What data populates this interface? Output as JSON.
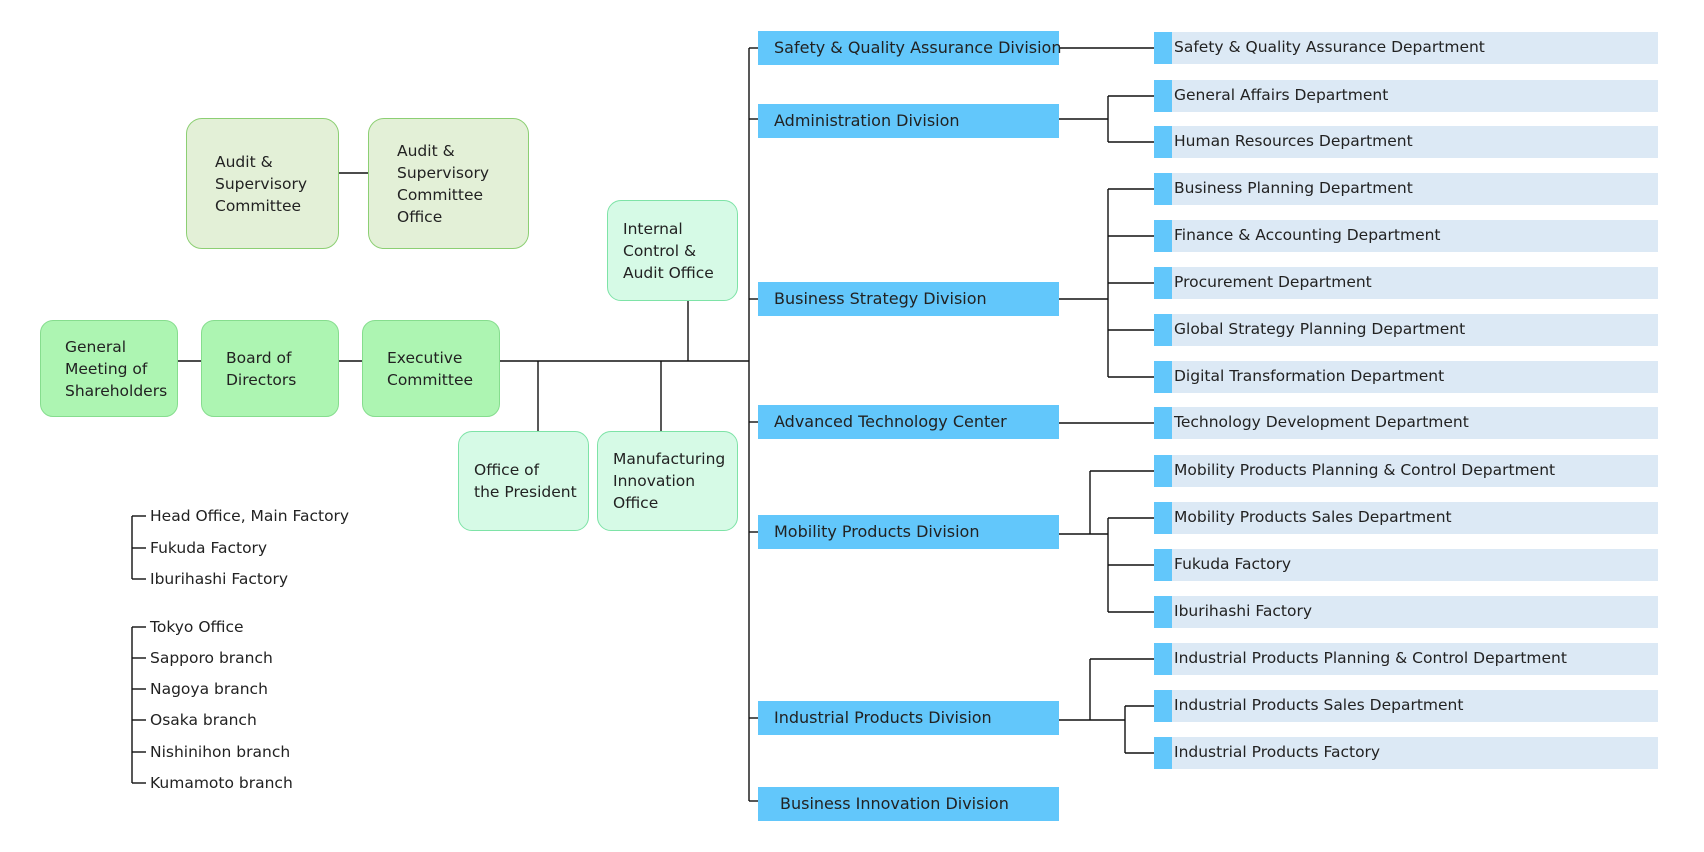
{
  "governance": {
    "shareholders": "General\nMeeting of\nShareholders",
    "board": "Board of\nDirectors",
    "executive": "Executive\nCommittee",
    "audit_committee": "Audit &\nSupervisory\nCommittee",
    "audit_office": "Audit &\nSupervisory\nCommittee\nOffice"
  },
  "offices": {
    "internal_control": "Internal\nControl &\nAudit Office",
    "president": "Office of\nthe President",
    "manufacturing": "Manufacturing\nInnovation\nOffice"
  },
  "divisions": [
    {
      "name": "Safety & Quality Assurance Division",
      "departments": [
        "Safety & Quality Assurance Department"
      ]
    },
    {
      "name": "Administration Division",
      "departments": [
        "General Affairs Department",
        "Human Resources Department"
      ]
    },
    {
      "name": "Business Strategy Division",
      "departments": [
        "Business Planning Department",
        "Finance & Accounting Department",
        "Procurement Department",
        "Global Strategy Planning Department",
        "Digital Transformation Department"
      ]
    },
    {
      "name": "Advanced Technology Center",
      "departments": [
        "Technology Development Department"
      ]
    },
    {
      "name": "Mobility Products Division",
      "departments": [
        "Mobility Products Planning & Control Department",
        "Mobility Products Sales Department",
        "Fukuda Factory",
        "Iburihashi Factory"
      ]
    },
    {
      "name": "Industrial Products Division",
      "departments": [
        "Industrial Products Planning & Control Department",
        "Industrial Products Sales Department",
        "Industrial Products Factory"
      ]
    },
    {
      "name": "Business Innovation Division",
      "departments": []
    }
  ],
  "locations": {
    "factories": [
      "Head Office, Main Factory",
      "Fukuda Factory",
      "Iburihashi Factory"
    ],
    "branches": [
      "Tokyo Office",
      "Sapporo branch",
      "Nagoya branch",
      "Osaka branch",
      "Nishinihon branch",
      "Kumamoto branch"
    ]
  },
  "colors": {
    "governance_fill": "#adf5b2",
    "audit_fill": "#e3f0d7",
    "office_fill": "#d6fae6",
    "division_fill": "#62c7fb",
    "department_fill": "#dce9f5",
    "connector": "#000000"
  }
}
